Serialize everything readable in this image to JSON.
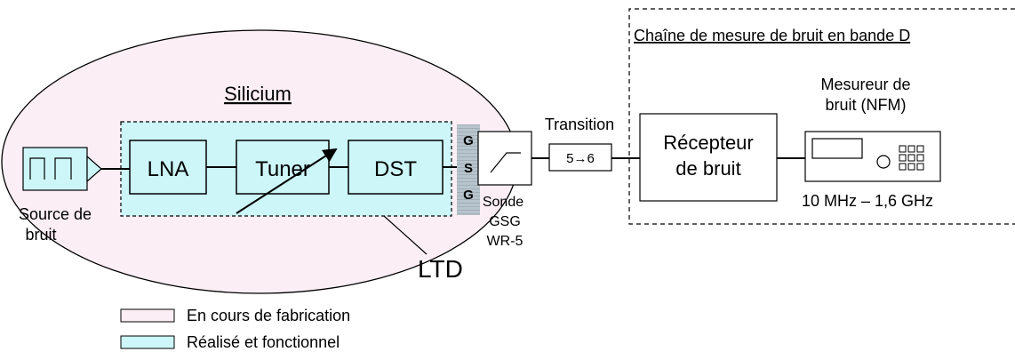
{
  "silicium": {
    "title": "Silicium",
    "fill": "#fbeef4"
  },
  "ltd": {
    "label": "LTD",
    "fill": "#cdf6f8"
  },
  "noise_source": {
    "label_line1": "Source de",
    "label_line2": "bruit"
  },
  "blocks": {
    "lna": "LNA",
    "tuner": "Tuner",
    "dst": "DST"
  },
  "pads": {
    "top": "G",
    "mid": "S",
    "bottom": "G"
  },
  "probe": {
    "line1": "Sonde",
    "line2": "GSG",
    "line3": "WR-5"
  },
  "transition": {
    "label": "Transition",
    "box": "5→6"
  },
  "noise_receiver": {
    "line1": "Récepteur",
    "line2": "de bruit"
  },
  "nfm": {
    "line1": "Mesureur de",
    "line2": "bruit (NFM)",
    "range": "10 MHz – 1,6 GHz"
  },
  "dband_chain": {
    "title": "Chaîne de mesure de bruit en bande D"
  },
  "legend": {
    "in_progress": {
      "label": "En cours de fabrication",
      "color": "#fbeef4"
    },
    "done": {
      "label": "Réalisé et fonctionnel",
      "color": "#cdf6f8"
    }
  }
}
